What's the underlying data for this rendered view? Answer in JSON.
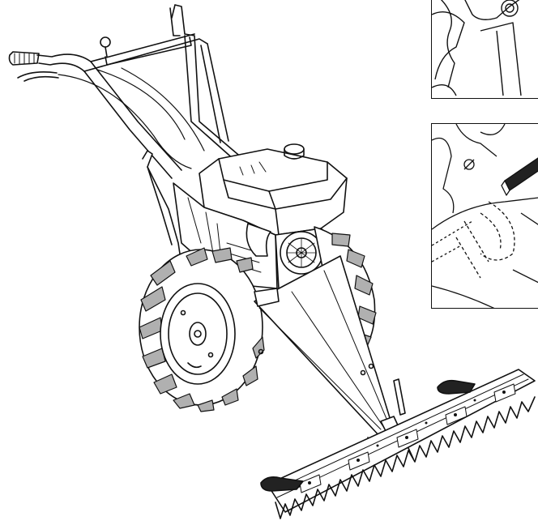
{
  "illustration": {
    "subject": "walk-behind-sickle-bar-mower",
    "style": "black-line-art",
    "colors": {
      "line": "#111111",
      "background": "#ffffff",
      "tread": "#b0b0b0",
      "pad": "#222222"
    },
    "insets": [
      {
        "name": "detail-inset-top"
      },
      {
        "name": "detail-inset-middle"
      }
    ]
  }
}
